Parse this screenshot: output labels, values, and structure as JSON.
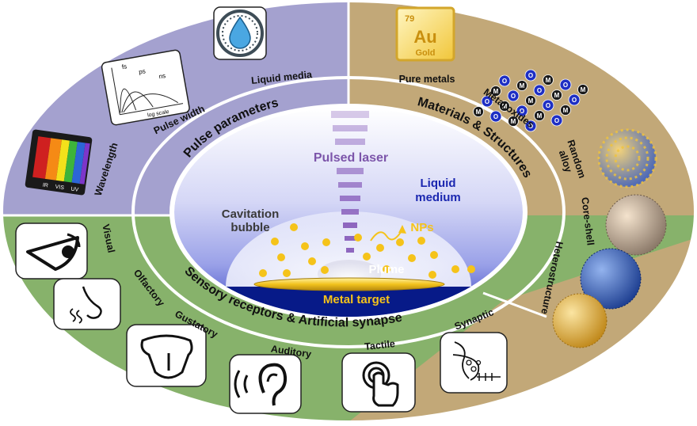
{
  "center": {
    "pulsed_laser": "Pulsed laser",
    "liquid_medium_line1": "Liquid",
    "liquid_medium_line2": "medium",
    "cavitation_line1": "Cavitation",
    "cavitation_line2": "bubble",
    "nps": "NPs",
    "plume": "Plume",
    "metal_target": "Metal target"
  },
  "sections": {
    "pulse_parameters": "Pulse parameters",
    "materials_structures": "Materials & Structures",
    "sensory": "Sensory receptors & Artificial synapse"
  },
  "pulse": {
    "liquid_media": "Liquid media",
    "pulse_width": "Pulse width",
    "wavelength": "Wavelength",
    "curve_labels": [
      "fs",
      "ps",
      "ns"
    ],
    "log_scale": "log scale",
    "spectrum_labels": [
      "IR",
      "VIS",
      "UV"
    ]
  },
  "materials": {
    "pure_metals": "Pure metals",
    "metal_oxides": "Metal oxides",
    "random_line1": "Random",
    "random_line2": "alloy",
    "core_shell": "Core-shell",
    "heterostructure": "Heterostructure",
    "gold_number": "79",
    "gold_symbol": "Au",
    "gold_name": "Gold",
    "oxide_letters": [
      "M",
      "O"
    ]
  },
  "sensory": {
    "visual": "Visual",
    "olfactory": "Olfactory",
    "gustatory": "Gustatory",
    "auditory": "Auditory",
    "tactile": "Tactile",
    "synaptic": "Synaptic"
  },
  "colors": {
    "pulse_sector": "#a4a1cf",
    "materials_sector": "#c2a878",
    "sensory_sector": "#87b26b",
    "laser": "#7c55aa",
    "np_gold": "#f5c31a",
    "dark_blue": "#0a1f8c"
  }
}
